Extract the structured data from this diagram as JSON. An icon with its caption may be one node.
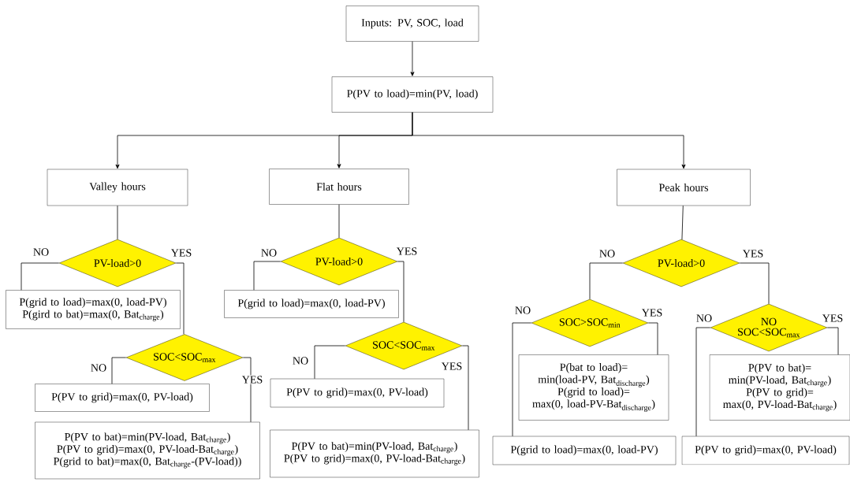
{
  "diagram": {
    "nodes": [
      {
        "text": [
          "Inputs: PV, SOC, load"
        ]
      },
      {
        "text": [
          "P(PV to load)=min(PV, load)"
        ]
      },
      {
        "text": [
          "Valley hours"
        ]
      },
      {
        "text": [
          "Flat hours"
        ]
      },
      {
        "text": [
          "Peak hours"
        ]
      },
      {
        "text": [
          "PV-load>0"
        ]
      },
      {
        "text": [
          "P(grid to load)=max(0, load-PV)",
          "P(gird to bat)=max(0, Bat$_{charge}$)"
        ]
      },
      {
        "text": [
          "SOC<SOC$_{max}$"
        ]
      },
      {
        "text": [
          "P(PV to grid)=max(0, PV-load)"
        ]
      },
      {
        "text": [
          "P(PV to bat)=min(PV-load, Bat$_{charge}$)",
          "P(PV to grid)=max(0, PV-load-Bat$_{charge}$)",
          "P(grid to bat)=max(0, Bat$_{charge}$-(PV-load))"
        ]
      },
      {
        "text": [
          "PV-load>0"
        ]
      },
      {
        "text": [
          "P(grid to load)=max(0, load-PV)"
        ]
      },
      {
        "text": [
          "SOC<SOC$_{max}$"
        ]
      },
      {
        "text": [
          "P(PV to grid)=max(0, PV-load)"
        ]
      },
      {
        "text": [
          "P(PV to bat)=min(PV-load, Bat$_{charge}$)",
          "P(PV to grid)=max(0, PV-load-Bat$_{charge}$)"
        ]
      },
      {
        "text": [
          "PV-load>0"
        ]
      },
      {
        "text": [
          "SOC>SOC$_{min}$"
        ]
      },
      {
        "text": [
          "P(bat to load)=",
          "\\text{min(load-PV, Bat}_{\\text{discharge}}\\text{)}",
          "P(grid to load)=",
          "\\text{max(0, load-PV-Bat}_{\\text{discharge}}\\text{)}"
        ]
      },
      {
        "text": [
          "P(grid to load)=max(0, load-PV)"
        ]
      },
      {
        "text": [
          "NO",
          "SOC<SOC$_{max}$"
        ]
      },
      {
        "text": [
          "P(PV to bat)=",
          "min(PV-load, Bat$_{charge}$)",
          "P(PV to grid)=",
          "max(0, PV-load-Bat$_{charge}$)"
        ]
      },
      {
        "text": [
          "P(PV to grid)=max(0, PV-load)"
        ]
      }
    ],
    "edges": [
      {
        "from": 0,
        "to": 1,
        "arrow": "to"
      },
      {
        "from": 1,
        "to": 2,
        "arrow": "to"
      },
      {
        "from": 1,
        "to": 3,
        "arrow": "to"
      },
      {
        "from": 1,
        "to": 4,
        "arrow": "to"
      },
      {
        "from": 2,
        "to": 5,
        "arrow": "none"
      },
      {
        "from": 5,
        "to": 6,
        "arrow": "none",
        "label": "NO"
      },
      {
        "from": 5,
        "to": 7,
        "arrow": "none",
        "label": "YES"
      },
      {
        "from": 7,
        "to": 8,
        "arrow": "none",
        "label": "NO"
      },
      {
        "from": 7,
        "to": 9,
        "arrow": "none",
        "label": "YES"
      },
      {
        "from": 3,
        "to": 10,
        "arrow": "none"
      },
      {
        "from": 10,
        "to": 11,
        "arrow": "none",
        "label": "NO"
      },
      {
        "from": 10,
        "to": 12,
        "arrow": "none",
        "label": "YES"
      },
      {
        "from": 12,
        "to": 13,
        "arrow": "none",
        "label": "NO"
      },
      {
        "from": 12,
        "to": 14,
        "arrow": "none",
        "label": "YES"
      },
      {
        "from": 4,
        "to": 15,
        "arrow": "none"
      },
      {
        "from": 15,
        "to": 16,
        "arrow": "none",
        "label": "NO"
      },
      {
        "from": 15,
        "to": 19,
        "arrow": "none",
        "label": "YES"
      },
      {
        "from": 16,
        "to": 18,
        "arrow": "none",
        "label": "NO"
      },
      {
        "from": 16,
        "to": 17,
        "arrow": "none",
        "label": "YES"
      },
      {
        "from": 19,
        "to": 21,
        "arrow": "none",
        "label": "NO"
      },
      {
        "from": 19,
        "to": 20,
        "arrow": "none",
        "label": "YES"
      }
    ]
  }
}
